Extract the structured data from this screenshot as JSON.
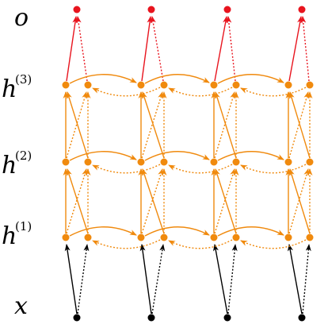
{
  "labels": {
    "output": "o",
    "h3": {
      "base": "h",
      "sup": "(3)"
    },
    "h2": {
      "base": "h",
      "sup": "(2)"
    },
    "h1": {
      "base": "h",
      "sup": "(1)"
    },
    "input": "x"
  },
  "colors": {
    "output": "#e8141e",
    "hidden": "#f08a0e",
    "input": "#000000"
  }
}
